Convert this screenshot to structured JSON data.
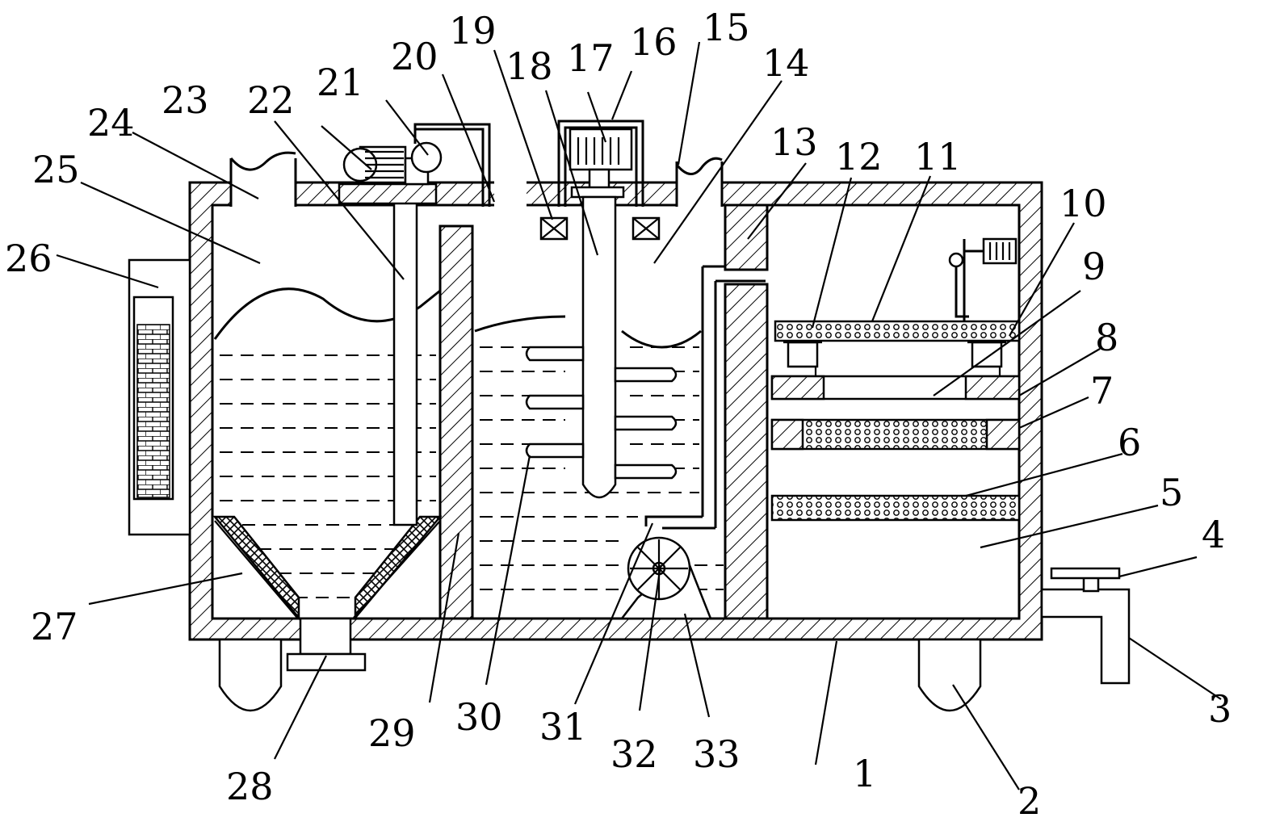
{
  "callouts": [
    {
      "id": "1",
      "text": "1"
    },
    {
      "id": "2",
      "text": "2"
    },
    {
      "id": "3",
      "text": "3"
    },
    {
      "id": "4",
      "text": "4"
    },
    {
      "id": "5",
      "text": "5"
    },
    {
      "id": "6",
      "text": "6"
    },
    {
      "id": "7",
      "text": "7"
    },
    {
      "id": "8",
      "text": "8"
    },
    {
      "id": "9",
      "text": "9"
    },
    {
      "id": "10",
      "text": "10"
    },
    {
      "id": "11",
      "text": "11"
    },
    {
      "id": "12",
      "text": "12"
    },
    {
      "id": "13",
      "text": "13"
    },
    {
      "id": "14",
      "text": "14"
    },
    {
      "id": "15",
      "text": "15"
    },
    {
      "id": "16",
      "text": "16"
    },
    {
      "id": "17",
      "text": "17"
    },
    {
      "id": "18",
      "text": "18"
    },
    {
      "id": "19",
      "text": "19"
    },
    {
      "id": "20",
      "text": "20"
    },
    {
      "id": "21",
      "text": "21"
    },
    {
      "id": "22",
      "text": "22"
    },
    {
      "id": "23",
      "text": "23"
    },
    {
      "id": "24",
      "text": "24"
    },
    {
      "id": "25",
      "text": "25"
    },
    {
      "id": "26",
      "text": "26"
    },
    {
      "id": "27",
      "text": "27"
    },
    {
      "id": "28",
      "text": "28"
    },
    {
      "id": "29",
      "text": "29"
    },
    {
      "id": "30",
      "text": "30"
    },
    {
      "id": "31",
      "text": "31"
    },
    {
      "id": "32",
      "text": "32"
    },
    {
      "id": "33",
      "text": "33"
    }
  ]
}
